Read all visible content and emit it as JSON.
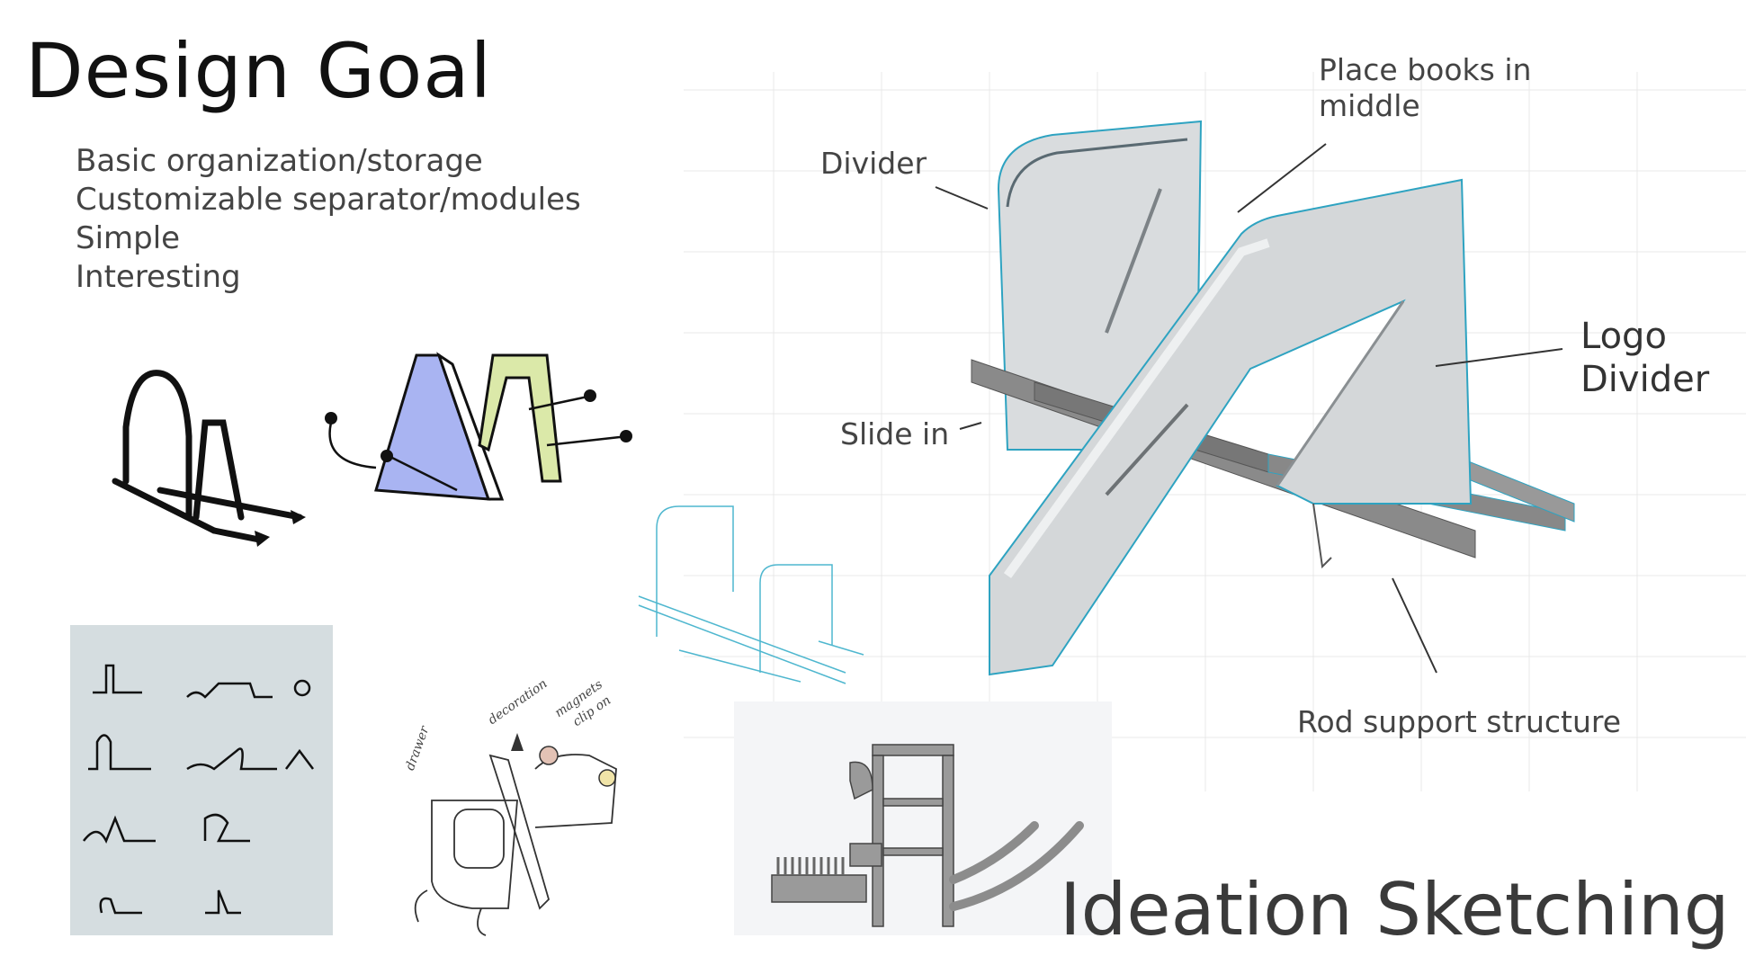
{
  "slide": {
    "title": "Design Goal",
    "goals": [
      "Basic organization/storage",
      "Customizable separator/modules",
      "Simple",
      "Interesting"
    ],
    "subtitle": "Ideation Sketching"
  },
  "annotations": {
    "place_books": [
      "Place books in",
      "middle"
    ],
    "divider": "Divider",
    "logo_divider": [
      "Logo",
      "Divider"
    ],
    "slide_in": "Slide in",
    "rod_support": "Rod support structure"
  },
  "sketch_notes": {
    "drawer": "drawer",
    "decoration": "decoration",
    "magnets": "magnets",
    "clip_on": "clip on"
  },
  "colors": {
    "divider_blue": "#a9b4f2",
    "divider_green": "#dbe9a9",
    "render_gray": "#d9dcde",
    "render_edge": "#2ea3c1",
    "rod": "#8a8a8a",
    "model_gray": "#9a9a9a"
  }
}
